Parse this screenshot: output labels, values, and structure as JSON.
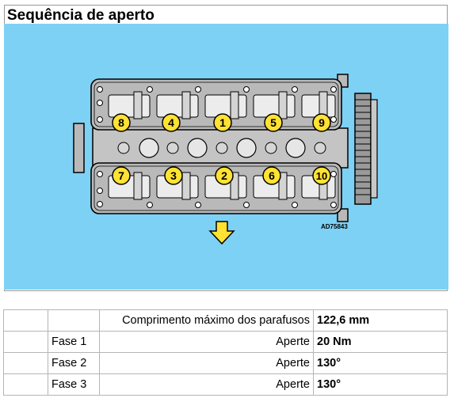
{
  "title": "Sequência de aperto",
  "diagram": {
    "code": "AD75843",
    "colors": {
      "background": "#7dd1f5",
      "head": "#b9b9b9",
      "marker": "#ffe233",
      "arrow": "#ffe233"
    },
    "top_row": [
      "8",
      "4",
      "1",
      "5",
      "9"
    ],
    "bottom_row": [
      "7",
      "3",
      "2",
      "6",
      "10"
    ]
  },
  "specs": {
    "rows": [
      {
        "phase": "",
        "label": "Comprimento máximo dos parafusos",
        "value": "122,6 mm"
      },
      {
        "phase": "Fase 1",
        "label": "Aperte",
        "value": "20 Nm"
      },
      {
        "phase": "Fase 2",
        "label": "Aperte",
        "value": "130°"
      },
      {
        "phase": "Fase 3",
        "label": "Aperte",
        "value": "130°"
      }
    ]
  }
}
